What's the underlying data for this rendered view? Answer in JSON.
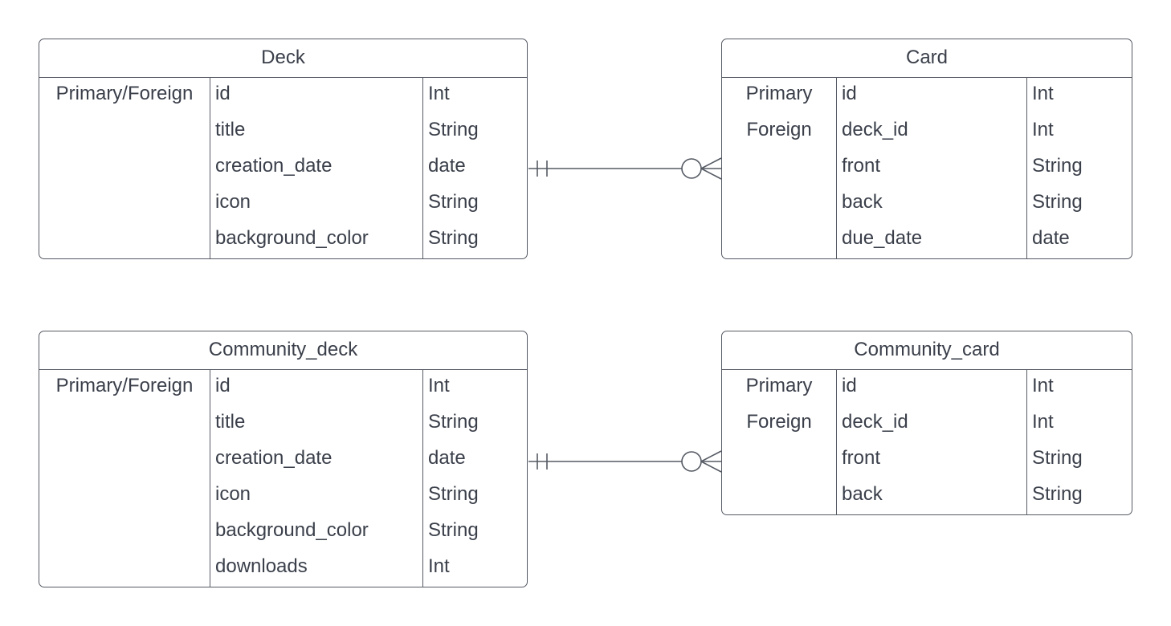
{
  "entities": {
    "deck": {
      "title": "Deck",
      "keys": [
        "Primary/Foreign",
        "",
        "",
        "",
        ""
      ],
      "fields": [
        "id",
        "title",
        "creation_date",
        "icon",
        "background_color"
      ],
      "types": [
        "Int",
        "String",
        "date",
        "String",
        "String"
      ]
    },
    "card": {
      "title": "Card",
      "keys": [
        "Primary",
        "Foreign",
        "",
        "",
        ""
      ],
      "fields": [
        "id",
        "deck_id",
        "front",
        "back",
        "due_date"
      ],
      "types": [
        "Int",
        "Int",
        "String",
        "String",
        "date"
      ]
    },
    "community_deck": {
      "title": "Community_deck",
      "keys": [
        "Primary/Foreign",
        "",
        "",
        "",
        "",
        ""
      ],
      "fields": [
        "id",
        "title",
        "creation_date",
        "icon",
        "background_color",
        "downloads"
      ],
      "types": [
        "Int",
        "String",
        "date",
        "String",
        "String",
        "Int"
      ]
    },
    "community_card": {
      "title": "Community_card",
      "keys": [
        "Primary",
        "Foreign",
        "",
        ""
      ],
      "fields": [
        "id",
        "deck_id",
        "front",
        "back"
      ],
      "types": [
        "Int",
        "Int",
        "String",
        "String"
      ]
    }
  },
  "relationships": [
    {
      "from": "deck",
      "to": "card",
      "from_cardinality": "exactly-one",
      "to_cardinality": "zero-or-many"
    },
    {
      "from": "community_deck",
      "to": "community_card",
      "from_cardinality": "exactly-one",
      "to_cardinality": "zero-or-many"
    }
  ],
  "colors": {
    "line": "#555a63",
    "text": "#3a3f4a",
    "background": "#ffffff"
  }
}
